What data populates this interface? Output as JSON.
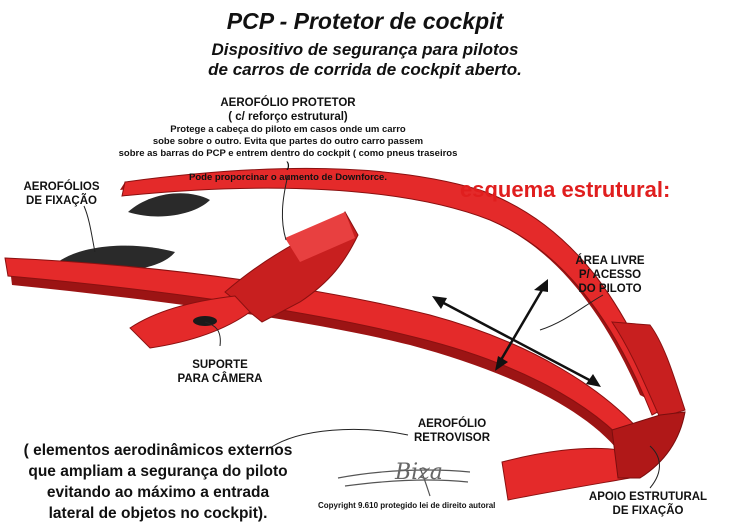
{
  "header": {
    "title": "PCP - Protetor de cockpit",
    "subtitle_1": "Dispositivo de segurança para pilotos",
    "subtitle_2": "de carros de corrida de cockpit aberto."
  },
  "labels": {
    "aerofolio_protetor_1": "AEROFÓLIO PROTETOR",
    "aerofolio_protetor_2": "( c/ reforço estrutural)",
    "desc_1": "Protege a cabeça do piloto em casos onde um carro",
    "desc_2": "sobe sobre o outro. Evita que partes do outro carro passem",
    "desc_3": "sobre as barras do PCP e entrem dentro do cockpit ( como pneus traseiros )",
    "desc_4": "Pode proporcinar o aumento de Downforce.",
    "aerofolios_fixacao_1": "AEROFÓLIOS",
    "aerofolios_fixacao_2": "DE FIXAÇÃO",
    "esquema": "esquema estrutural:",
    "area_livre_1": "ÁREA LIVRE",
    "area_livre_2": "P/ ACESSO",
    "area_livre_3": "DO PILOTO",
    "suporte_1": "SUPORTE",
    "suporte_2": "PARA CÂMERA",
    "retrovisor_1": "AEROFÓLIO",
    "retrovisor_2": "RETROVISOR",
    "apoio_1": "APOIO ESTRUTURAL",
    "apoio_2": "DE FIXAÇÃO"
  },
  "footer": {
    "note_1": "( elementos aerodinâmicos externos",
    "note_2": "que ampliam a segurança do piloto",
    "note_3": "evitando ao máximo a entrada",
    "note_4": "lateral de objetos no cockpit).",
    "copyright": "Copyright 9.610 protegido lei de direito autoral",
    "signature": "Biza"
  },
  "colors": {
    "body_red": "#e42a2a",
    "dark_red": "#9c1414",
    "wing_black": "#2a2a2a",
    "accent_red": "#e01e1e"
  }
}
